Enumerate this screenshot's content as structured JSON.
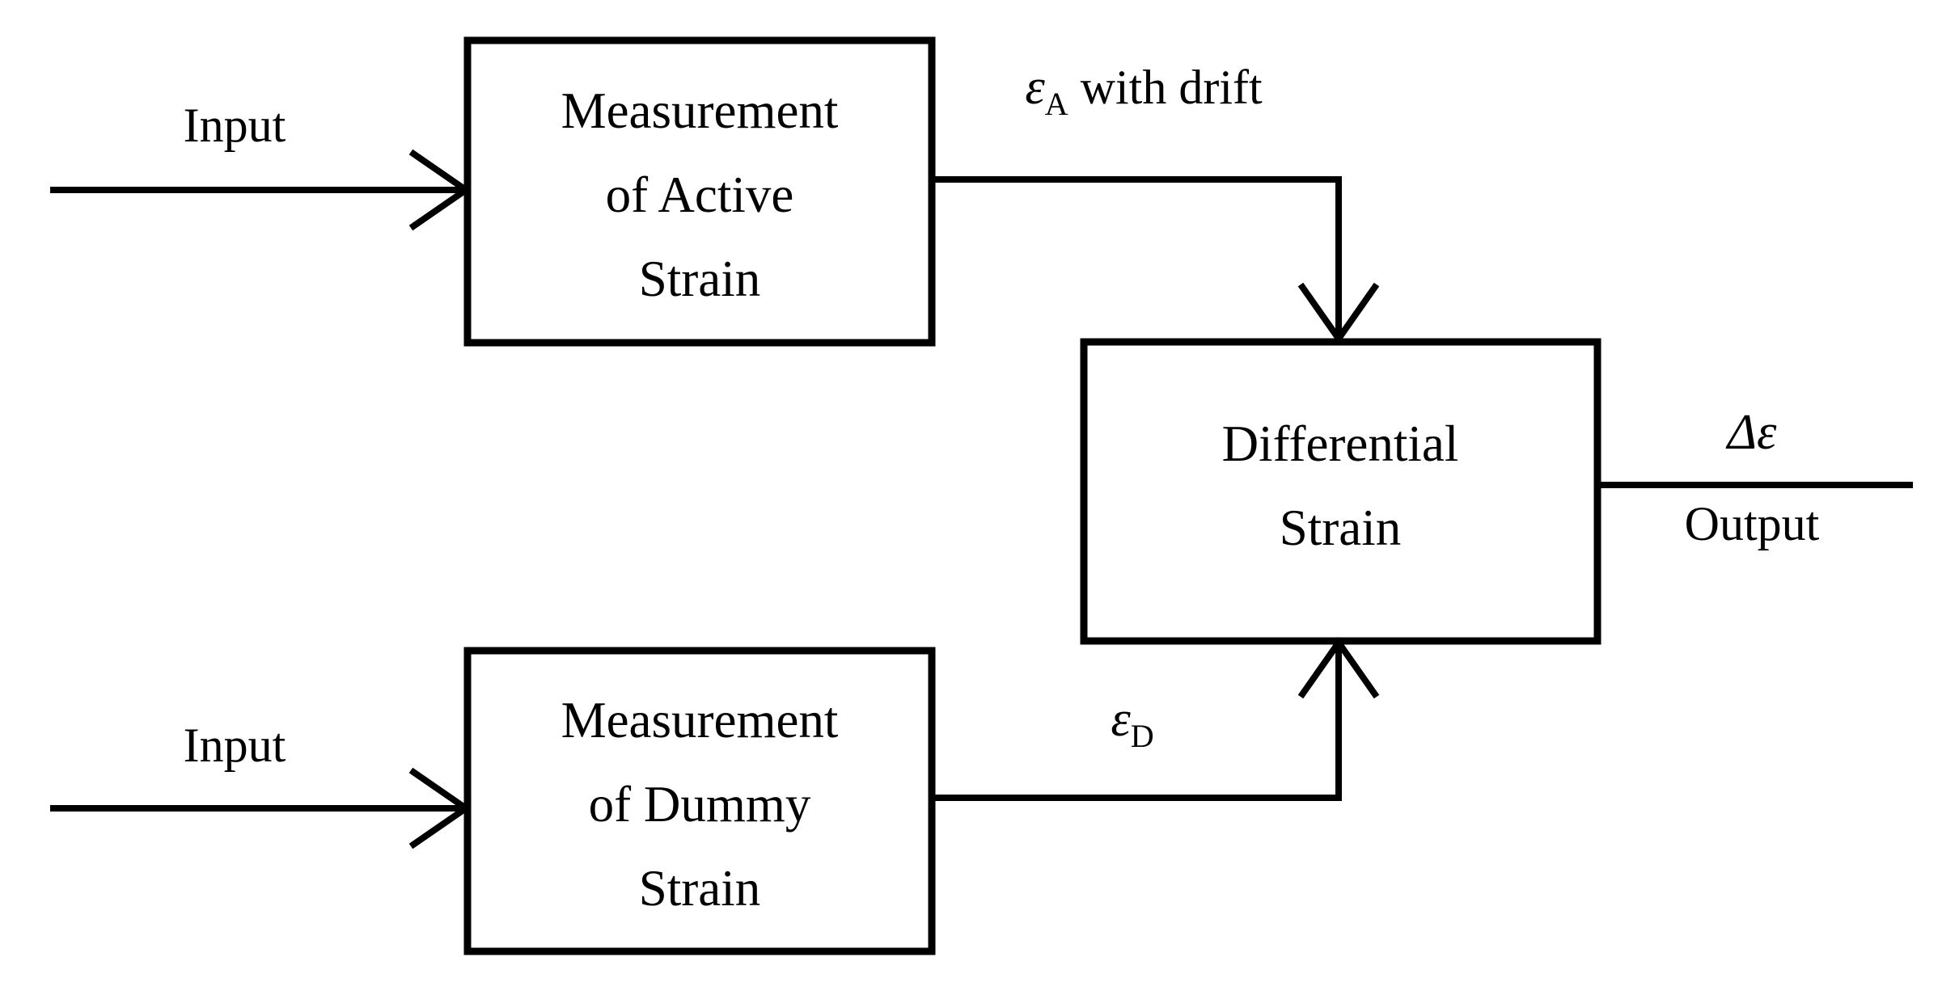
{
  "diagram": {
    "title": "Differential strain measurement block diagram",
    "background_color": "#ffffff",
    "stroke_color": "#000000",
    "blocks": [
      {
        "id": "active",
        "lines": [
          "Measurement",
          "of  Active",
          "Strain"
        ]
      },
      {
        "id": "differential",
        "lines": [
          "Differential",
          "Strain"
        ]
      },
      {
        "id": "dummy",
        "lines": [
          "Measurement",
          "of Dummy",
          "Strain"
        ]
      }
    ],
    "labels": {
      "input_top": "Input",
      "input_bottom": "Input",
      "active_out_symbol": "ε",
      "active_out_subscript": "A",
      "active_out_suffix": " with drift",
      "dummy_out_symbol": "ε",
      "dummy_out_subscript": "D",
      "output_symbol_delta": "Δ",
      "output_symbol_epsilon": "ε",
      "output_text": "Output"
    }
  }
}
